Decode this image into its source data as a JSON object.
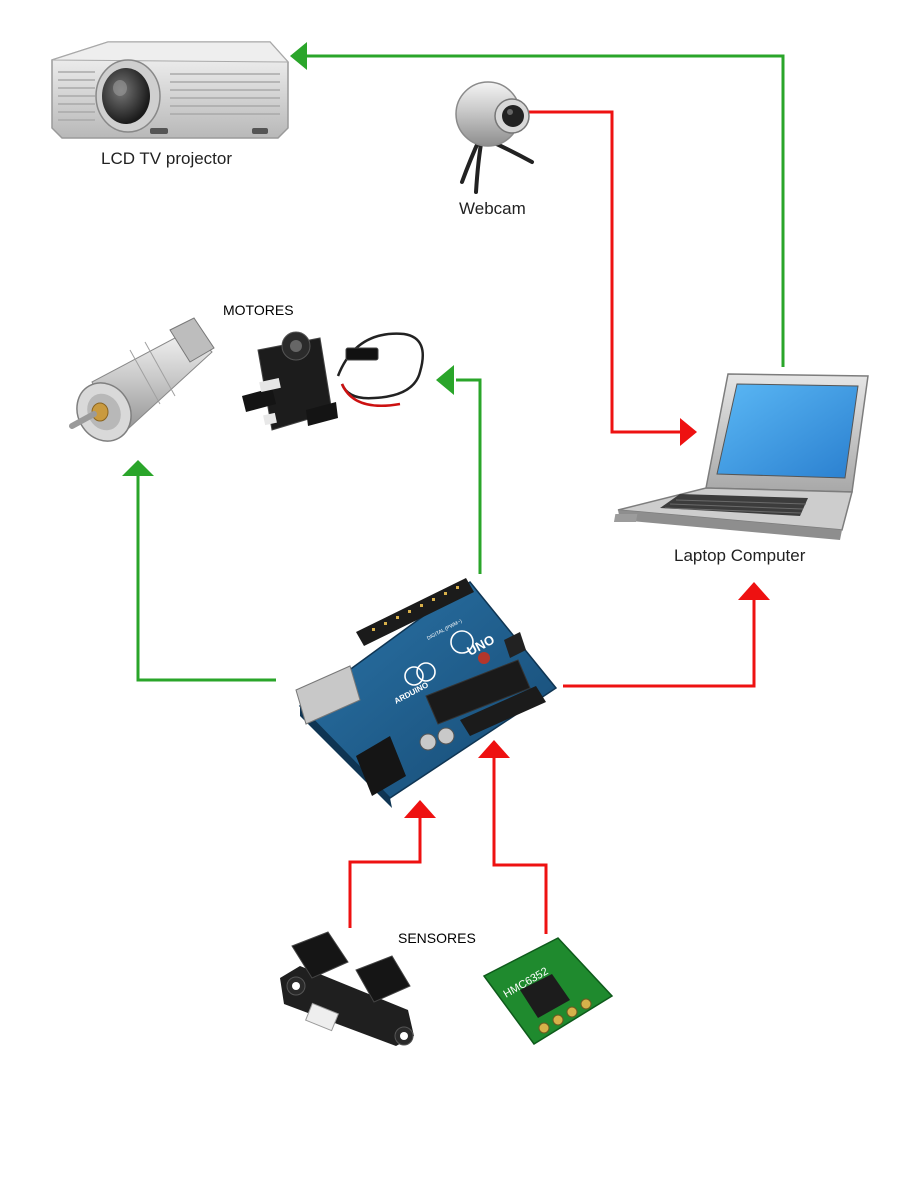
{
  "labels": {
    "projector": "LCD TV projector",
    "webcam": "Webcam",
    "laptop": "Laptop Computer",
    "motors": "MOTORES",
    "sensors": "SENSORES"
  },
  "board_print": {
    "model": "UNO",
    "brand": "ARDUINO",
    "digital": "DIGITAL (PWM~)"
  },
  "compass_chip": "HMC6352",
  "colors": {
    "output_link": "#2aa52a",
    "input_link": "#ee1111",
    "board": "#1f5f8f",
    "screen": "#3d9fe4",
    "sensor_pcb": "#1f8a2e"
  }
}
